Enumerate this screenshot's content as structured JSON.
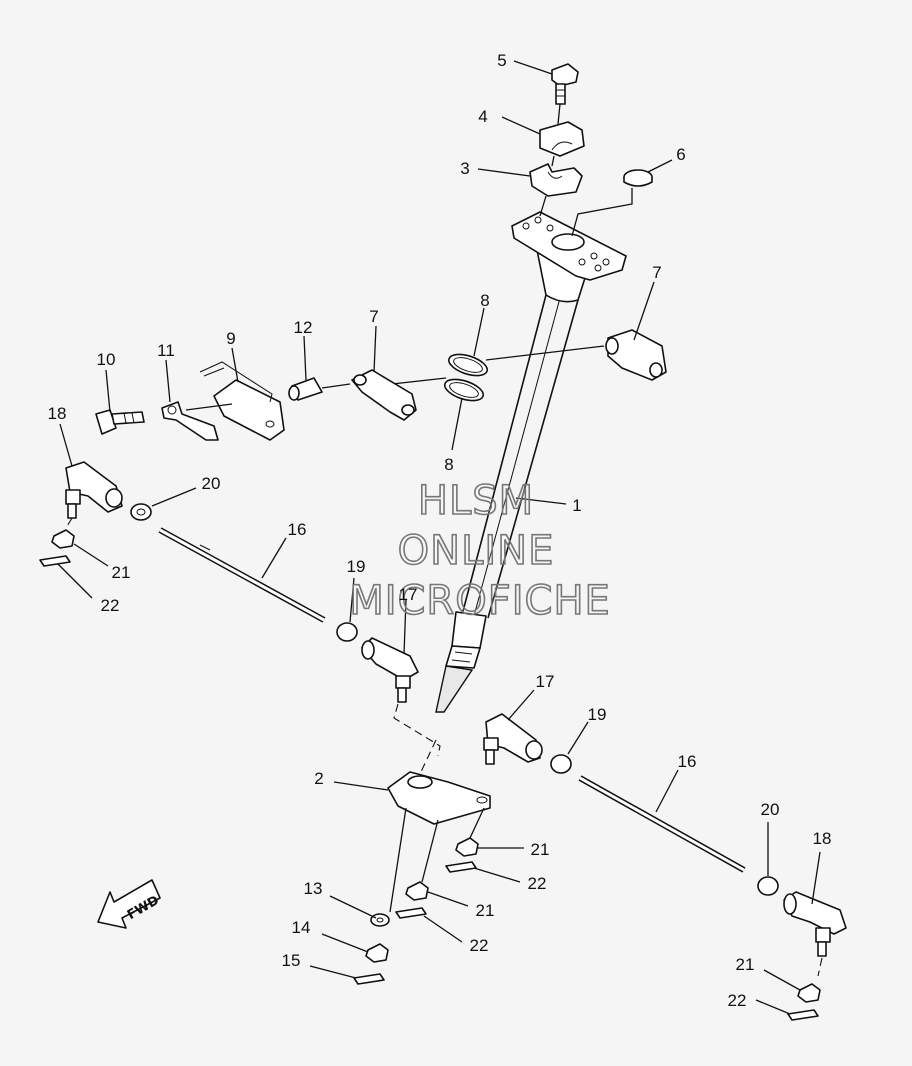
{
  "diagram": {
    "callouts": [
      {
        "id": "c5",
        "text": "5"
      },
      {
        "id": "c4",
        "text": "4"
      },
      {
        "id": "c3",
        "text": "3"
      },
      {
        "id": "c6",
        "text": "6"
      },
      {
        "id": "c7a",
        "text": "7"
      },
      {
        "id": "c8a",
        "text": "8"
      },
      {
        "id": "c9",
        "text": "9"
      },
      {
        "id": "c12",
        "text": "12"
      },
      {
        "id": "c7b",
        "text": "7"
      },
      {
        "id": "c10",
        "text": "10"
      },
      {
        "id": "c11",
        "text": "11"
      },
      {
        "id": "c18a",
        "text": "18"
      },
      {
        "id": "c8b",
        "text": "8"
      },
      {
        "id": "c20a",
        "text": "20"
      },
      {
        "id": "c1",
        "text": "1"
      },
      {
        "id": "c16a",
        "text": "16"
      },
      {
        "id": "c21a",
        "text": "21"
      },
      {
        "id": "c22a",
        "text": "22"
      },
      {
        "id": "c19a",
        "text": "19"
      },
      {
        "id": "c17a",
        "text": "17"
      },
      {
        "id": "c17b",
        "text": "17"
      },
      {
        "id": "c19b",
        "text": "19"
      },
      {
        "id": "c16b",
        "text": "16"
      },
      {
        "id": "c2",
        "text": "2"
      },
      {
        "id": "c20b",
        "text": "20"
      },
      {
        "id": "c18b",
        "text": "18"
      },
      {
        "id": "c21b",
        "text": "21"
      },
      {
        "id": "c22b",
        "text": "22"
      },
      {
        "id": "c13",
        "text": "13"
      },
      {
        "id": "c21c",
        "text": "21"
      },
      {
        "id": "c14",
        "text": "14"
      },
      {
        "id": "c22c",
        "text": "22"
      },
      {
        "id": "c15",
        "text": "15"
      },
      {
        "id": "c21d",
        "text": "21"
      },
      {
        "id": "c22d",
        "text": "22"
      }
    ],
    "watermark": [
      "HLSM",
      "ONLINE",
      "MICROFICHE"
    ],
    "fwd_label": "FWD"
  }
}
